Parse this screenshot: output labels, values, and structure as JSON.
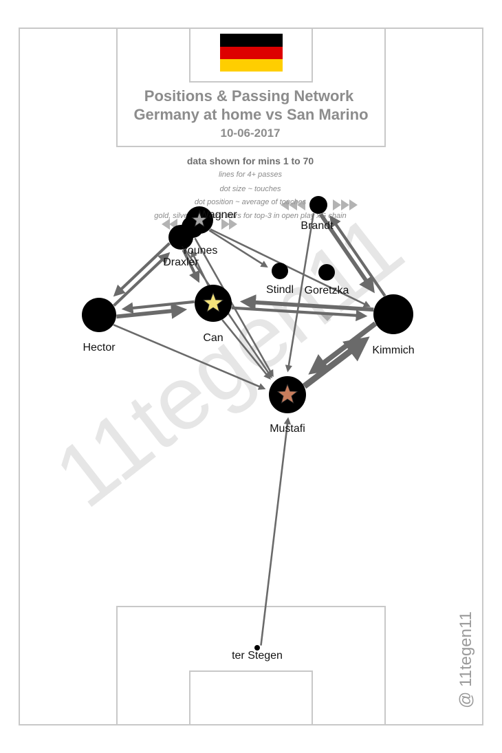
{
  "title": {
    "line1": "Positions & Passing Network",
    "line2": "Germany at home vs San Marino",
    "date": "10-06-2017"
  },
  "notes": {
    "minutes": "data shown for mins 1 to 70",
    "lines": "lines for 4+ passes",
    "dot_size": "dot size ~ touches",
    "dot_position": "dot position ~ average of touches",
    "medals": "gold, silver & bronze stars for top-3 in open play xG chain"
  },
  "credit": "@ 11tegen11",
  "watermark": "11tegen11",
  "colors": {
    "node": "#000000",
    "edge": "#6a6a6a",
    "pitch_line": "#c8c8c8",
    "flag": [
      "#000000",
      "#dd0000",
      "#ffce00"
    ],
    "star_gold": "#f3e27a",
    "star_bronze": "#c97d5c",
    "star_silver": "#a6a6a6"
  },
  "players": [
    {
      "name": "Hector",
      "star": null
    },
    {
      "name": "Can",
      "star": "gold"
    },
    {
      "name": "Draxler",
      "star": null
    },
    {
      "name": "Younes",
      "star": null
    },
    {
      "name": "Wagner",
      "star": "silver"
    },
    {
      "name": "Brandt",
      "star": null
    },
    {
      "name": "Stindl",
      "star": null
    },
    {
      "name": "Goretzka",
      "star": null
    },
    {
      "name": "Kimmich",
      "star": null
    },
    {
      "name": "Mustafi",
      "star": "bronze"
    },
    {
      "name": "ter Stegen",
      "star": null
    }
  ],
  "passes": [
    {
      "from": "Hector",
      "to": "Can",
      "weight": 3
    },
    {
      "from": "Can",
      "to": "Hector",
      "weight": 2
    },
    {
      "from": "Hector",
      "to": "Draxler",
      "weight": 2
    },
    {
      "from": "Draxler",
      "to": "Hector",
      "weight": 2
    },
    {
      "from": "Hector",
      "to": "Mustafi",
      "weight": 1
    },
    {
      "from": "Can",
      "to": "Kimmich",
      "weight": 2
    },
    {
      "from": "Kimmich",
      "to": "Can",
      "weight": 3
    },
    {
      "from": "Can",
      "to": "Mustafi",
      "weight": 1
    },
    {
      "from": "Can",
      "to": "Draxler",
      "weight": 1
    },
    {
      "from": "Draxler",
      "to": "Can",
      "weight": 2
    },
    {
      "from": "Younes",
      "to": "Mustafi",
      "weight": 1
    },
    {
      "from": "Kimmich",
      "to": "Mustafi",
      "weight": 4
    },
    {
      "from": "Mustafi",
      "to": "Kimmich",
      "weight": 5
    },
    {
      "from": "Kimmich",
      "to": "Brandt",
      "weight": 2
    },
    {
      "from": "Brandt",
      "to": "Kimmich",
      "weight": 3
    },
    {
      "from": "Wagner",
      "to": "Stindl",
      "weight": 1
    },
    {
      "from": "Wagner",
      "to": "Kimmich",
      "weight": 1
    },
    {
      "from": "ter Stegen",
      "to": "Mustafi",
      "weight": 1
    },
    {
      "from": "Brandt",
      "to": "Mustafi",
      "weight": 1
    },
    {
      "from": "Draxler",
      "to": "Mustafi",
      "weight": 1
    }
  ]
}
